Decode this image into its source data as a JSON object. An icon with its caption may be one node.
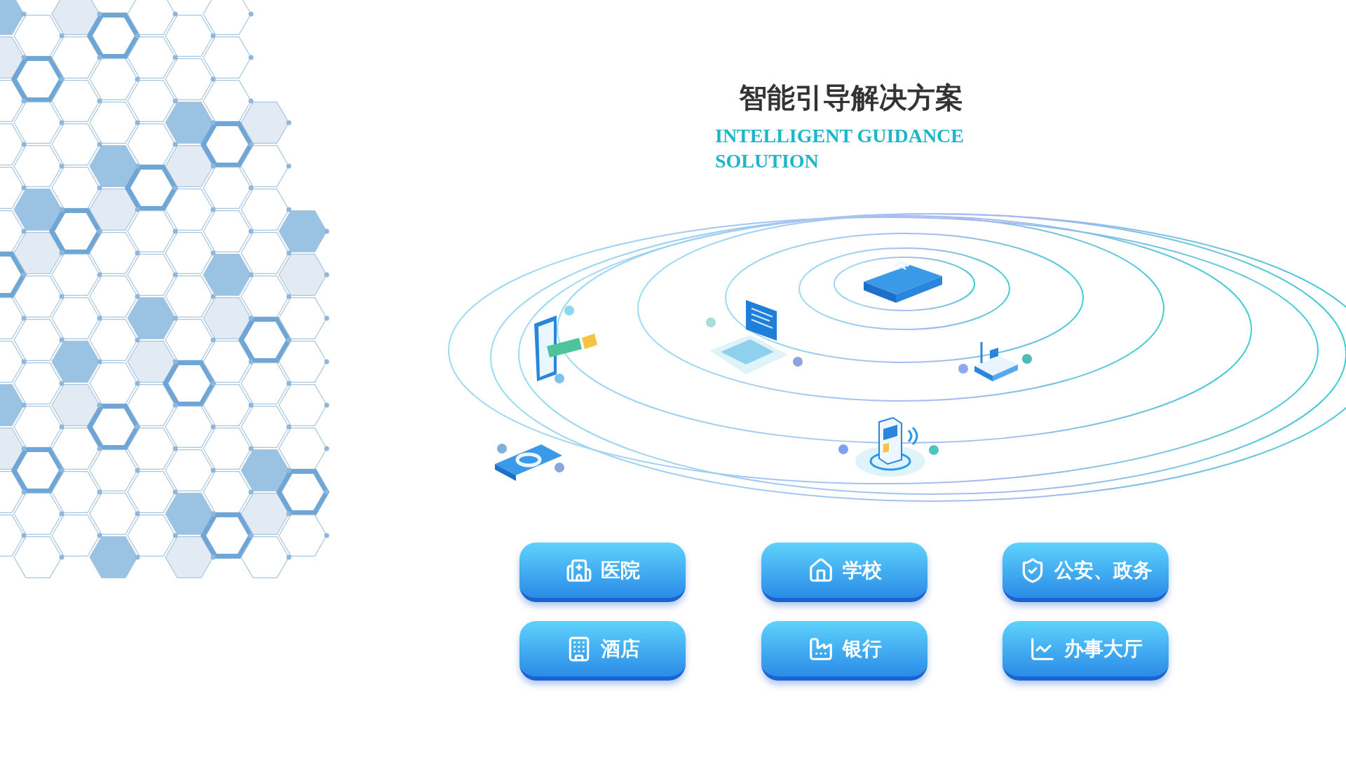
{
  "diagram": {
    "title": "智能引导解决方案",
    "nodes": [
      {
        "text": [
          "医院"
        ]
      },
      {
        "text": [
          "学校"
        ]
      },
      {
        "text": [
          "公安、政务"
        ]
      },
      {
        "text": [
          "酒店"
        ]
      },
      {
        "text": [
          "银行"
        ]
      },
      {
        "text": [
          "办事大厅"
        ]
      }
    ],
    "labels": [
      "INTELLIGENT GUIDANCE SOLUTION"
    ]
  }
}
